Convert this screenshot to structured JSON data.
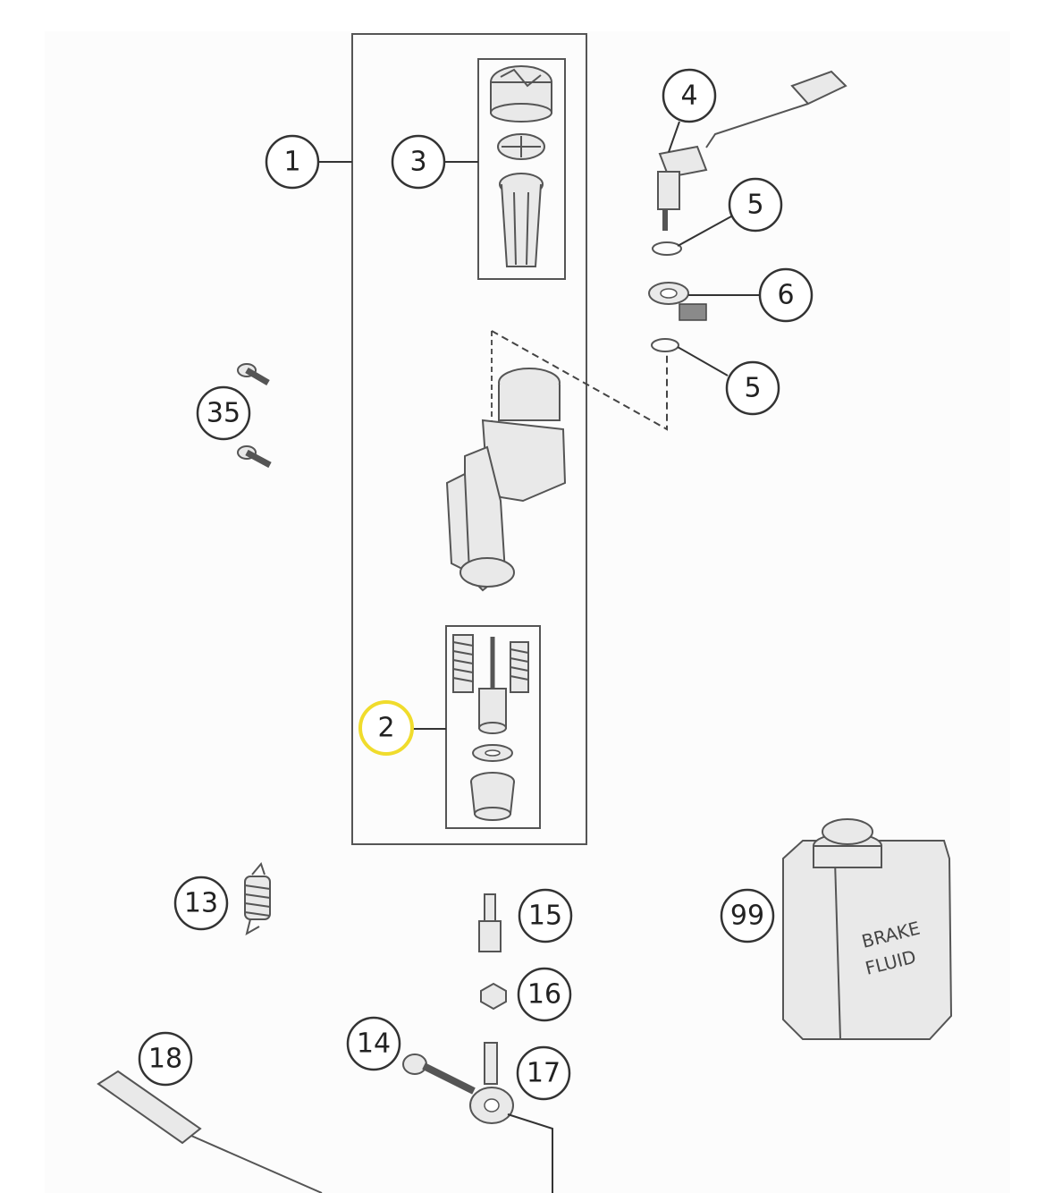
{
  "callouts": {
    "c1": "1",
    "c2": "2",
    "c3": "3",
    "c4": "4",
    "c5a": "5",
    "c5b": "5",
    "c6": "6",
    "c35": "35",
    "c13": "13",
    "c15": "15",
    "c16": "16",
    "c14": "14",
    "c17": "17",
    "c18": "18",
    "c99": "99"
  },
  "bottle_label": {
    "line1": "BRAKE",
    "line2": "FLUID"
  },
  "colors": {
    "highlight": "#f0dc2c",
    "line": "#333333"
  }
}
